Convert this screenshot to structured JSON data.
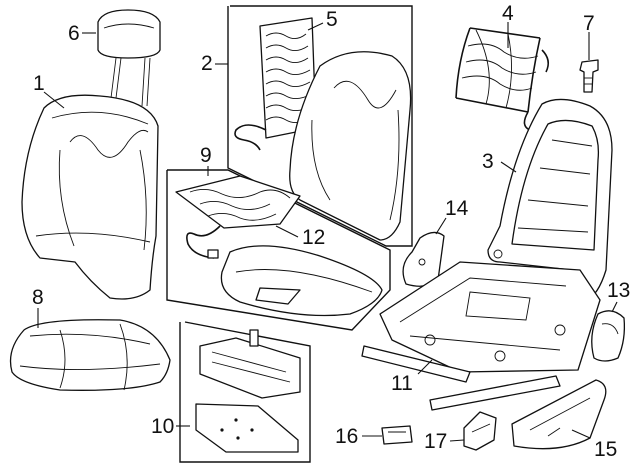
{
  "callouts": {
    "c1": "1",
    "c2": "2",
    "c3": "3",
    "c4": "4",
    "c5": "5",
    "c6": "6",
    "c7": "7",
    "c8": "8",
    "c9": "9",
    "c10": "10",
    "c11": "11",
    "c12": "12",
    "c13": "13",
    "c14": "14",
    "c15": "15",
    "c16": "16",
    "c17": "17"
  },
  "colors": {
    "line": "#111111",
    "background": "#ffffff"
  },
  "parts": [
    "seat-back-cover",
    "seat-back-pad-box",
    "seat-back-frame",
    "lumbar-support",
    "heater-element",
    "headrest",
    "headrest-guide",
    "cushion-cover",
    "cushion-pad-box",
    "cushion-support-box",
    "seat-track",
    "cushion-heater",
    "side-cover",
    "side-shield",
    "outer-trim",
    "clip",
    "switch"
  ]
}
